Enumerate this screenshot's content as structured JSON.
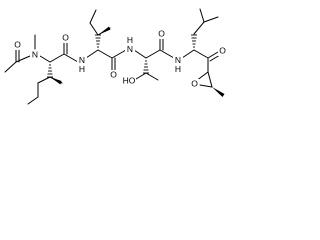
{
  "molecule": {
    "atom_labels": {
      "n_methyl": "N",
      "nh_ile2": "N",
      "h_ile2": "H",
      "nh_thr": "N",
      "h_thr": "H",
      "nh_leu": "N",
      "h_leu": "H",
      "o_acetyl": "O",
      "o_ile1": "O",
      "o_ile2": "O",
      "o_thr": "O",
      "ho_thr": "HO",
      "o_ketone": "O",
      "o_epoxide": "O"
    },
    "colors": {
      "ink": "#000000",
      "background": "#ffffff"
    }
  }
}
